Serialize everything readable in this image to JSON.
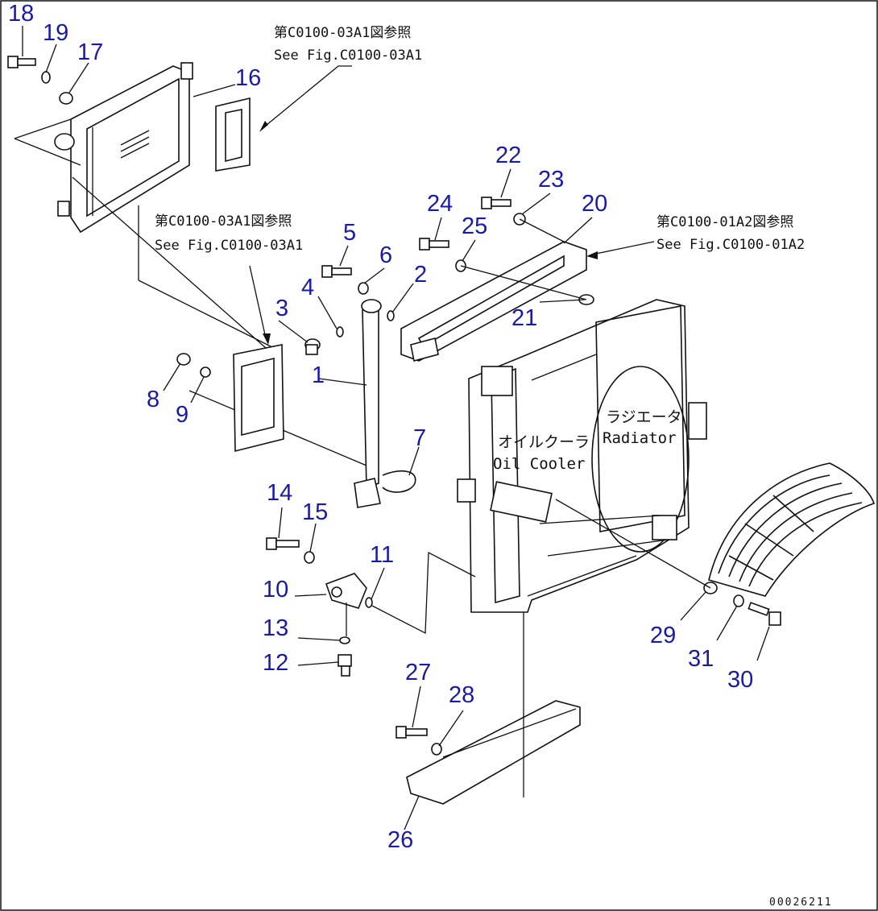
{
  "references": {
    "ref_top": {
      "jp": "第C0100-03A1図参照",
      "en": "See Fig.C0100-03A1"
    },
    "ref_mid": {
      "jp": "第C0100-03A1図参照",
      "en": "See Fig.C0100-03A1"
    },
    "ref_right": {
      "jp": "第C0100-01A2図参照",
      "en": "See Fig.C0100-01A2"
    }
  },
  "labels": {
    "radiator_jp": "ラジエータ",
    "radiator_en": "Radiator",
    "oil_cooler_jp": "オイルクーラ",
    "oil_cooler_en": "Oil Cooler"
  },
  "part_numbers": [
    "1",
    "2",
    "3",
    "4",
    "5",
    "6",
    "7",
    "8",
    "9",
    "10",
    "11",
    "12",
    "13",
    "14",
    "15",
    "16",
    "17",
    "18",
    "19",
    "20",
    "21",
    "22",
    "23",
    "24",
    "25",
    "26",
    "27",
    "28",
    "29",
    "30",
    "31"
  ],
  "drawing_code": "00026211",
  "colors": {
    "callout": "#1a1aa8",
    "line": "#111111"
  }
}
